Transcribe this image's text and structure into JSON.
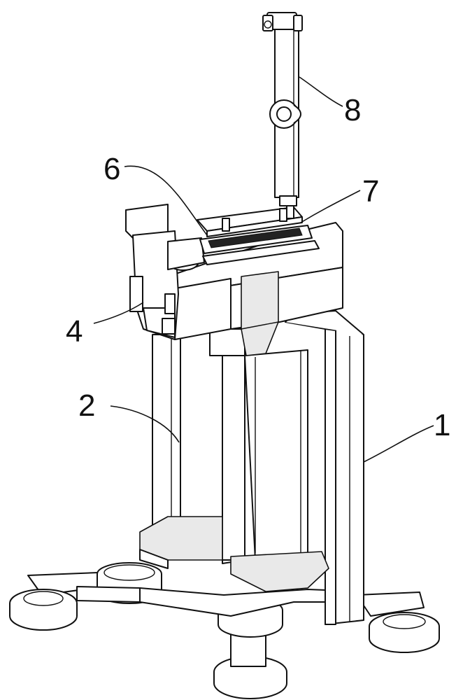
{
  "figure": {
    "callouts": [
      {
        "id": "1",
        "label": "1"
      },
      {
        "id": "2",
        "label": "2"
      },
      {
        "id": "4",
        "label": "4"
      },
      {
        "id": "6",
        "label": "6"
      },
      {
        "id": "7",
        "label": "7"
      },
      {
        "id": "8",
        "label": "8"
      }
    ]
  }
}
